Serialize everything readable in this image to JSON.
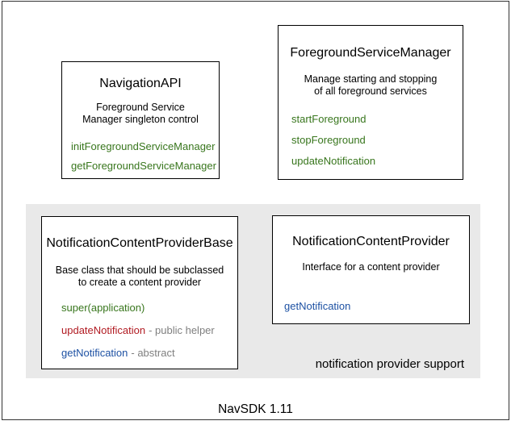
{
  "colors": {
    "method_green": "#38761d",
    "method_red": "#b11b22",
    "method_blue": "#1d51a3",
    "annotation_gray": "#7f7f7f",
    "panel_gray": "#e9e9e9",
    "box_border": "#000000",
    "frame_border": "#333333",
    "text_black": "#000000"
  },
  "diagram": {
    "caption": "NavSDK 1.11",
    "group_label": "notification provider support",
    "boxes": [
      {
        "title": "NavigationAPI",
        "description_lines": [
          "Foreground Service",
          "Manager singleton control"
        ],
        "methods": [
          {
            "name": "initForegroundServiceManager",
            "color": "green"
          },
          {
            "name": "getForegroundServiceManager",
            "color": "green"
          }
        ]
      },
      {
        "title": "ForegroundServiceManager",
        "description_lines": [
          "Manage starting and stopping",
          "of all foreground services"
        ],
        "methods": [
          {
            "name": "startForeground",
            "color": "green"
          },
          {
            "name": "stopForeground",
            "color": "green"
          },
          {
            "name": "updateNotification",
            "color": "green"
          }
        ]
      },
      {
        "title": "NotificationContentProviderBase",
        "description_lines": [
          "Base class that should be subclassed",
          "to create a content provider"
        ],
        "methods": [
          {
            "name": "super(application)",
            "color": "green"
          },
          {
            "name": "updateNotification",
            "color": "red",
            "annotation": "- public helper"
          },
          {
            "name": "getNotification",
            "color": "blue",
            "annotation": "- abstract"
          }
        ]
      },
      {
        "title": "NotificationContentProvider",
        "description_lines": [
          "Interface for a content provider"
        ],
        "methods": [
          {
            "name": "getNotification",
            "color": "blue"
          }
        ]
      }
    ]
  }
}
